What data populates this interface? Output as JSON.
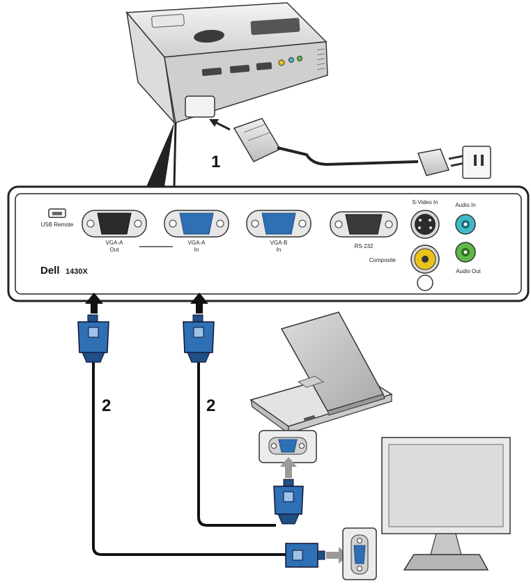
{
  "panel": {
    "brand": "Dell",
    "model": "1430X",
    "ports": {
      "usb_remote": "USB Remote",
      "vga_a_out_line1": "VGA-A",
      "vga_a_out_line2": "Out",
      "vga_a_in_line1": "VGA-A",
      "vga_a_in_line2": "In",
      "vga_b_in_line1": "VGA-B",
      "vga_b_in_line2": "In",
      "rs232": "RS-232",
      "s_video_in": "S-Video In",
      "audio_in": "Audio In",
      "composite": "Composite",
      "audio_out": "Audio Out"
    }
  },
  "callouts": {
    "power_cord": "1",
    "vga_cable_left": "2",
    "vga_cable_right": "2"
  },
  "colors": {
    "vga_blue": "#2f6fb3",
    "vga_dark": "#1e4f86",
    "composite_yellow": "#e8c31a",
    "audio_in_teal": "#41b9c9",
    "audio_out_green": "#5fb848",
    "outline": "#222222"
  }
}
